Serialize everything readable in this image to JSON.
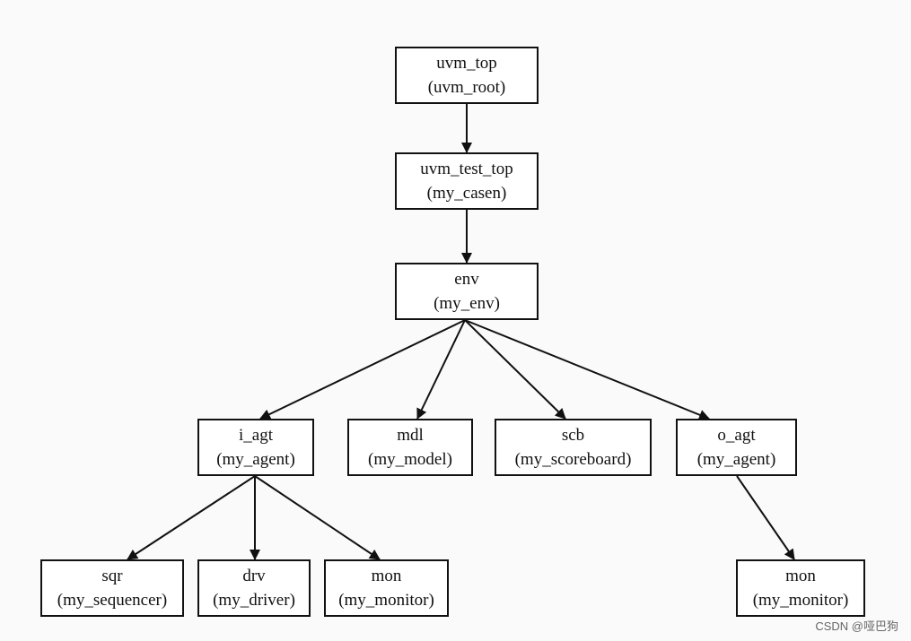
{
  "diagram": {
    "nodes": [
      {
        "id": "uvm_top",
        "name": "uvm_top",
        "type": "(uvm_root)"
      },
      {
        "id": "test_top",
        "name": "uvm_test_top",
        "type": "(my_casen)"
      },
      {
        "id": "env",
        "name": "env",
        "type": "(my_env)"
      },
      {
        "id": "i_agt",
        "name": "i_agt",
        "type": "(my_agent)"
      },
      {
        "id": "mdl",
        "name": "mdl",
        "type": "(my_model)"
      },
      {
        "id": "scb",
        "name": "scb",
        "type": "(my_scoreboard)"
      },
      {
        "id": "o_agt",
        "name": "o_agt",
        "type": "(my_agent)"
      },
      {
        "id": "sqr",
        "name": "sqr",
        "type": "(my_sequencer)"
      },
      {
        "id": "drv",
        "name": "drv",
        "type": "(my_driver)"
      },
      {
        "id": "i_mon",
        "name": "mon",
        "type": "(my_monitor)"
      },
      {
        "id": "o_mon",
        "name": "mon",
        "type": "(my_monitor)"
      }
    ],
    "edges": [
      {
        "from": "uvm_top",
        "to": "test_top"
      },
      {
        "from": "test_top",
        "to": "env"
      },
      {
        "from": "env",
        "to": "i_agt"
      },
      {
        "from": "env",
        "to": "mdl"
      },
      {
        "from": "env",
        "to": "scb"
      },
      {
        "from": "env",
        "to": "o_agt"
      },
      {
        "from": "i_agt",
        "to": "sqr"
      },
      {
        "from": "i_agt",
        "to": "drv"
      },
      {
        "from": "i_agt",
        "to": "i_mon"
      },
      {
        "from": "o_agt",
        "to": "o_mon"
      }
    ]
  },
  "watermark": "CSDN @哑巴狗"
}
